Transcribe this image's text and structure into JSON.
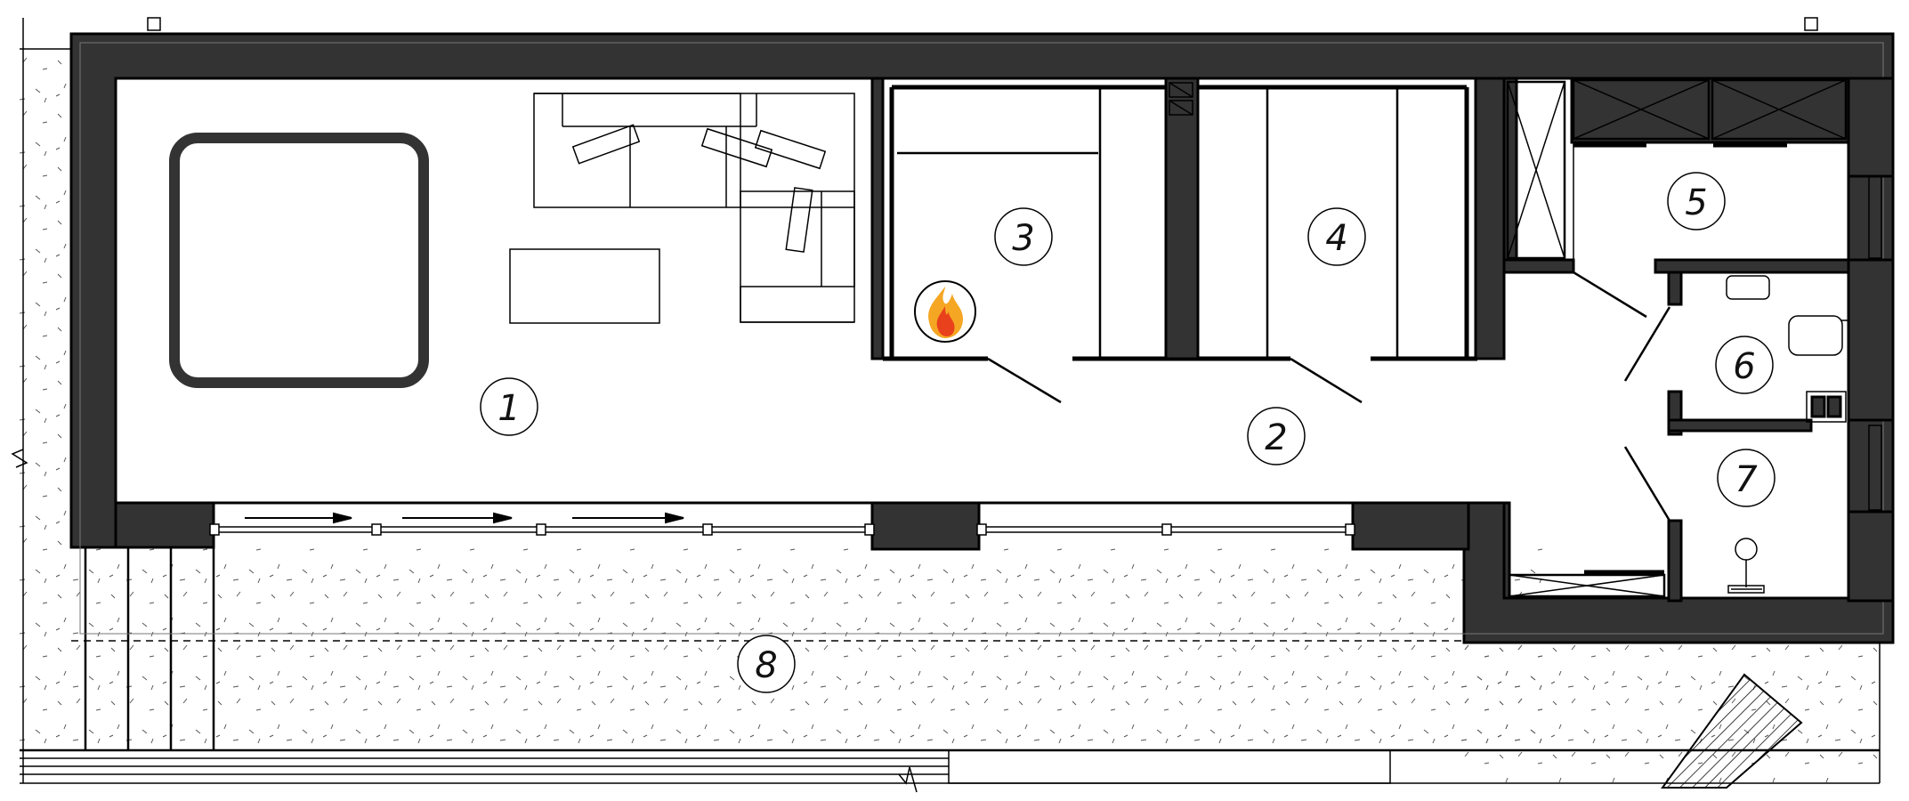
{
  "rooms": [
    {
      "id": "room-1",
      "label": "1"
    },
    {
      "id": "room-2",
      "label": "2"
    },
    {
      "id": "room-3",
      "label": "3"
    },
    {
      "id": "room-4",
      "label": "4"
    },
    {
      "id": "room-5",
      "label": "5"
    },
    {
      "id": "room-6",
      "label": "6"
    },
    {
      "id": "room-7",
      "label": "7"
    },
    {
      "id": "room-8",
      "label": "8"
    }
  ],
  "colors": {
    "wall_fill": "#333333",
    "line": "#000000",
    "background": "#ffffff",
    "fire_outer": "#f5a623",
    "fire_inner": "#e8411c"
  },
  "icons": {
    "fireplace": "fireplace-flame-icon"
  }
}
